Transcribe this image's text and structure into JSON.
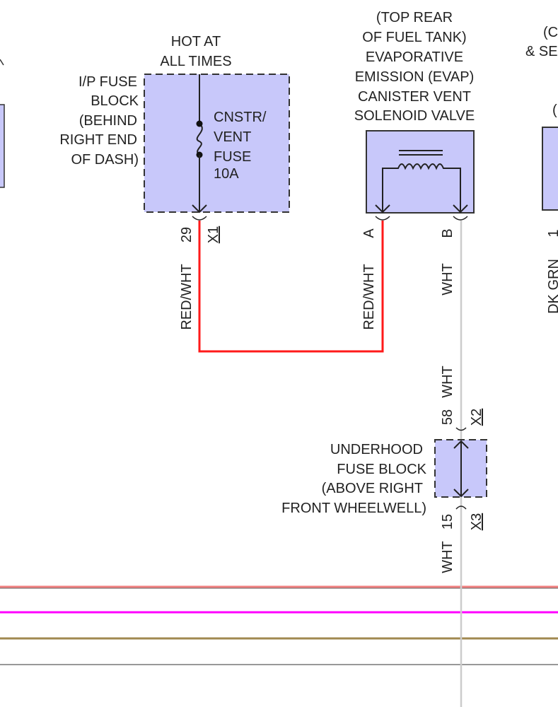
{
  "ip_fuse_block": {
    "supply_label": [
      "HOT AT",
      "ALL TIMES"
    ],
    "location_label": [
      "I/P FUSE",
      "BLOCK",
      "(BEHIND",
      "RIGHT END",
      "OF DASH)"
    ],
    "fuse_label": [
      "CNSTR/",
      "VENT",
      "FUSE",
      "10A"
    ],
    "pin": "29",
    "connector": "X1",
    "wire_color": "RED/WHT"
  },
  "evap_vent_solenoid": {
    "label": [
      "(TOP REAR",
      "OF FUEL TANK)",
      "EVAPORATIVE",
      "EMISSION (EVAP)",
      "CANISTER VENT",
      "SOLENOID VALVE"
    ],
    "pin_a": "A",
    "pin_a_wire": "RED/WHT",
    "pin_b": "B",
    "pin_b_wire": "WHT"
  },
  "right_component": {
    "label_fragments": [
      "(C",
      "& SE",
      "("
    ],
    "pin": "1",
    "wire_color": "DK GRN"
  },
  "underhood_fuse_block": {
    "label": [
      "UNDERHOOD",
      "FUSE BLOCK",
      "(ABOVE RIGHT",
      "FRONT WHEELWELL)"
    ],
    "top_wire": "WHT",
    "top_pin": "58",
    "top_connector": "X2",
    "bottom_pin": "15",
    "bottom_connector": "X3",
    "bottom_wire": "WHT"
  },
  "colors": {
    "component_fill": "#c8c8fa",
    "red_wht_wire": "#ff1a1a",
    "wht_wire": "#cccccc",
    "bus_pink": "#f08080",
    "bus_magenta": "#ff00ff",
    "bus_brown": "#a08850",
    "bus_gray": "#777777"
  }
}
